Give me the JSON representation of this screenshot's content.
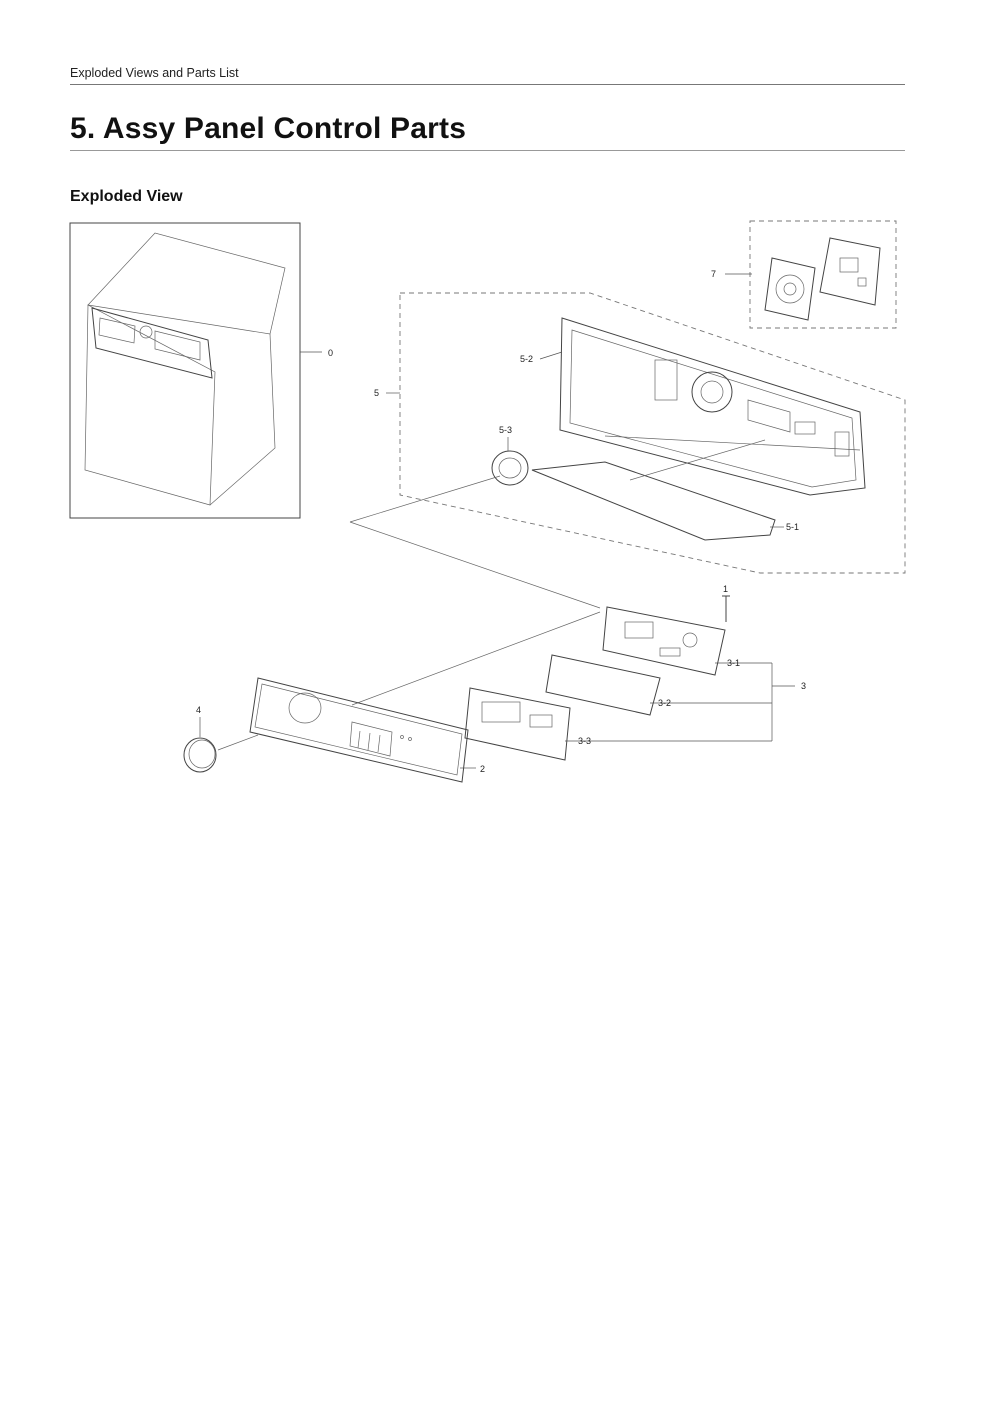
{
  "header": {
    "section": "Exploded Views and Parts List"
  },
  "title": "5.  Assy Panel Control Parts",
  "subtitle": "Exploded View",
  "diagram": {
    "callouts": {
      "c0": "0",
      "c1": "1",
      "c2": "2",
      "c3": "3",
      "c3_1": "3-1",
      "c3_2": "3-2",
      "c3_3": "3-3",
      "c4": "4",
      "c5": "5",
      "c5_1": "5-1",
      "c5_2": "5-2",
      "c5_3": "5-3",
      "c7": "7"
    }
  }
}
